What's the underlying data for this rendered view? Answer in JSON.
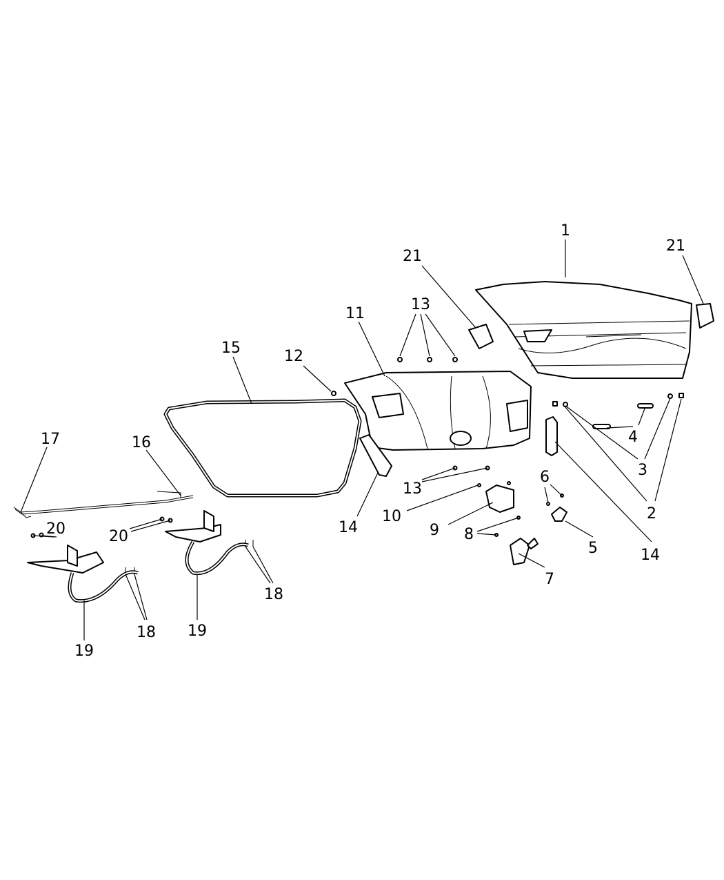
{
  "diagram": {
    "type": "exploded-parts-diagram",
    "callouts": {
      "c1": "1",
      "c2": "2",
      "c3": "3",
      "c4": "4",
      "c5": "5",
      "c6": "6",
      "c7": "7",
      "c8": "8",
      "c9": "9",
      "c10": "10",
      "c11": "11",
      "c12": "12",
      "c13a": "13",
      "c13b": "13",
      "c14a": "14",
      "c14b": "14",
      "c15": "15",
      "c16": "16",
      "c17": "17",
      "c18a": "18",
      "c18b": "18",
      "c19a": "19",
      "c19b": "19",
      "c20a": "20",
      "c20b": "20",
      "c21a": "21",
      "c21b": "21"
    }
  }
}
